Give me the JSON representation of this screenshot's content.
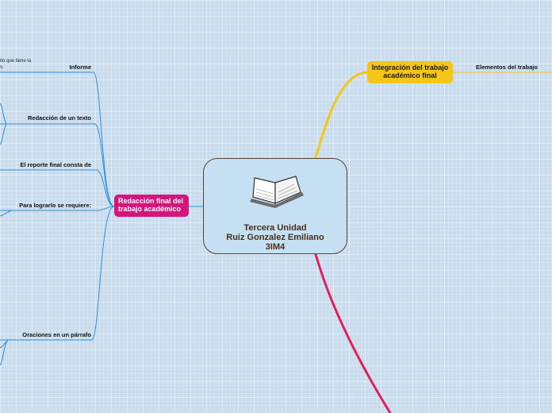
{
  "colors": {
    "background": "#c8dcee",
    "center_border": "#5a3e2b",
    "left_branch": "#d4167a",
    "right_branch": "#f5c518",
    "connector_left": "#2f8fd6",
    "connector_right": "#f5c518",
    "bottom_branch": "#e0205e"
  },
  "central_topic": {
    "icon": "open-book-icon",
    "lines": [
      "Tercera Unidad",
      "Ruiz Gonzalez Emiliano",
      "3IM4"
    ]
  },
  "left_branch": {
    "lines": [
      "Redacción final del",
      "trabajo académico"
    ],
    "subtopics": [
      "Informe",
      "Redacción de un texto",
      "El reporte final consta de",
      "Para lograrlo se requiere:",
      "Oraciones en un párrafo"
    ],
    "cut_off_text": [
      "ito que tiene la",
      "s."
    ]
  },
  "right_branch": {
    "lines": [
      "Integración del trabajo",
      "académico final"
    ],
    "subtopics": [
      "Elementos del trabajo"
    ]
  }
}
